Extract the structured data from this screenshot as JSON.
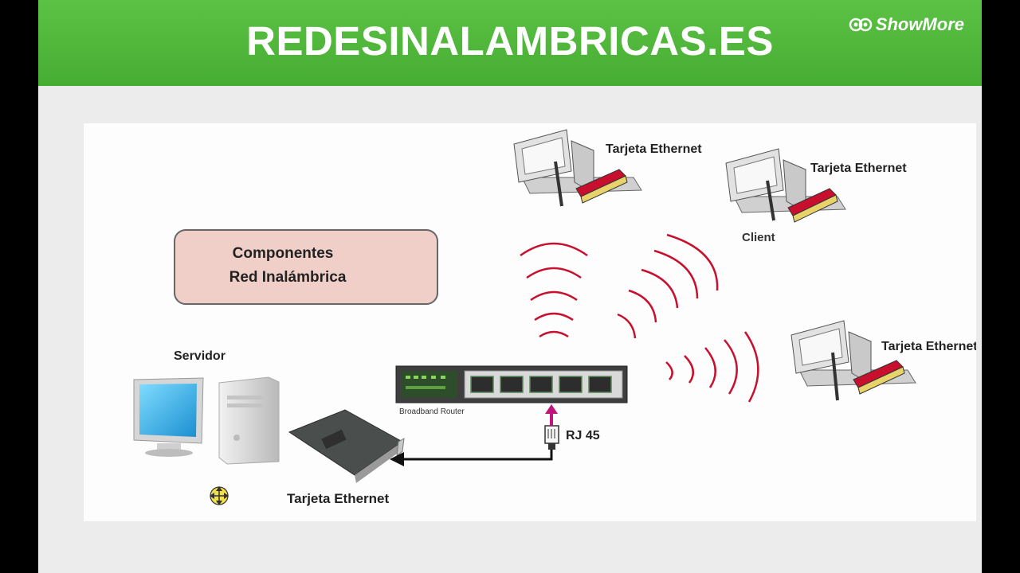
{
  "header": {
    "title": "REDESINALAMBRICAS.ES"
  },
  "logo": {
    "text": "ShowMore"
  },
  "diagram": {
    "title_box": {
      "line1": "Componentes",
      "line2": "Red Inalámbrica"
    },
    "server_label": "Servidor",
    "server_card_label": "Tarjeta Ethernet",
    "router_label": "Broadband Router",
    "connector_label": "RJ 45",
    "clients": [
      {
        "card_label": "Tarjeta Ethernet"
      },
      {
        "card_label": "Tarjeta Ethernet",
        "sub_label": "Client"
      },
      {
        "card_label": "Tarjeta Ethernet"
      }
    ]
  }
}
